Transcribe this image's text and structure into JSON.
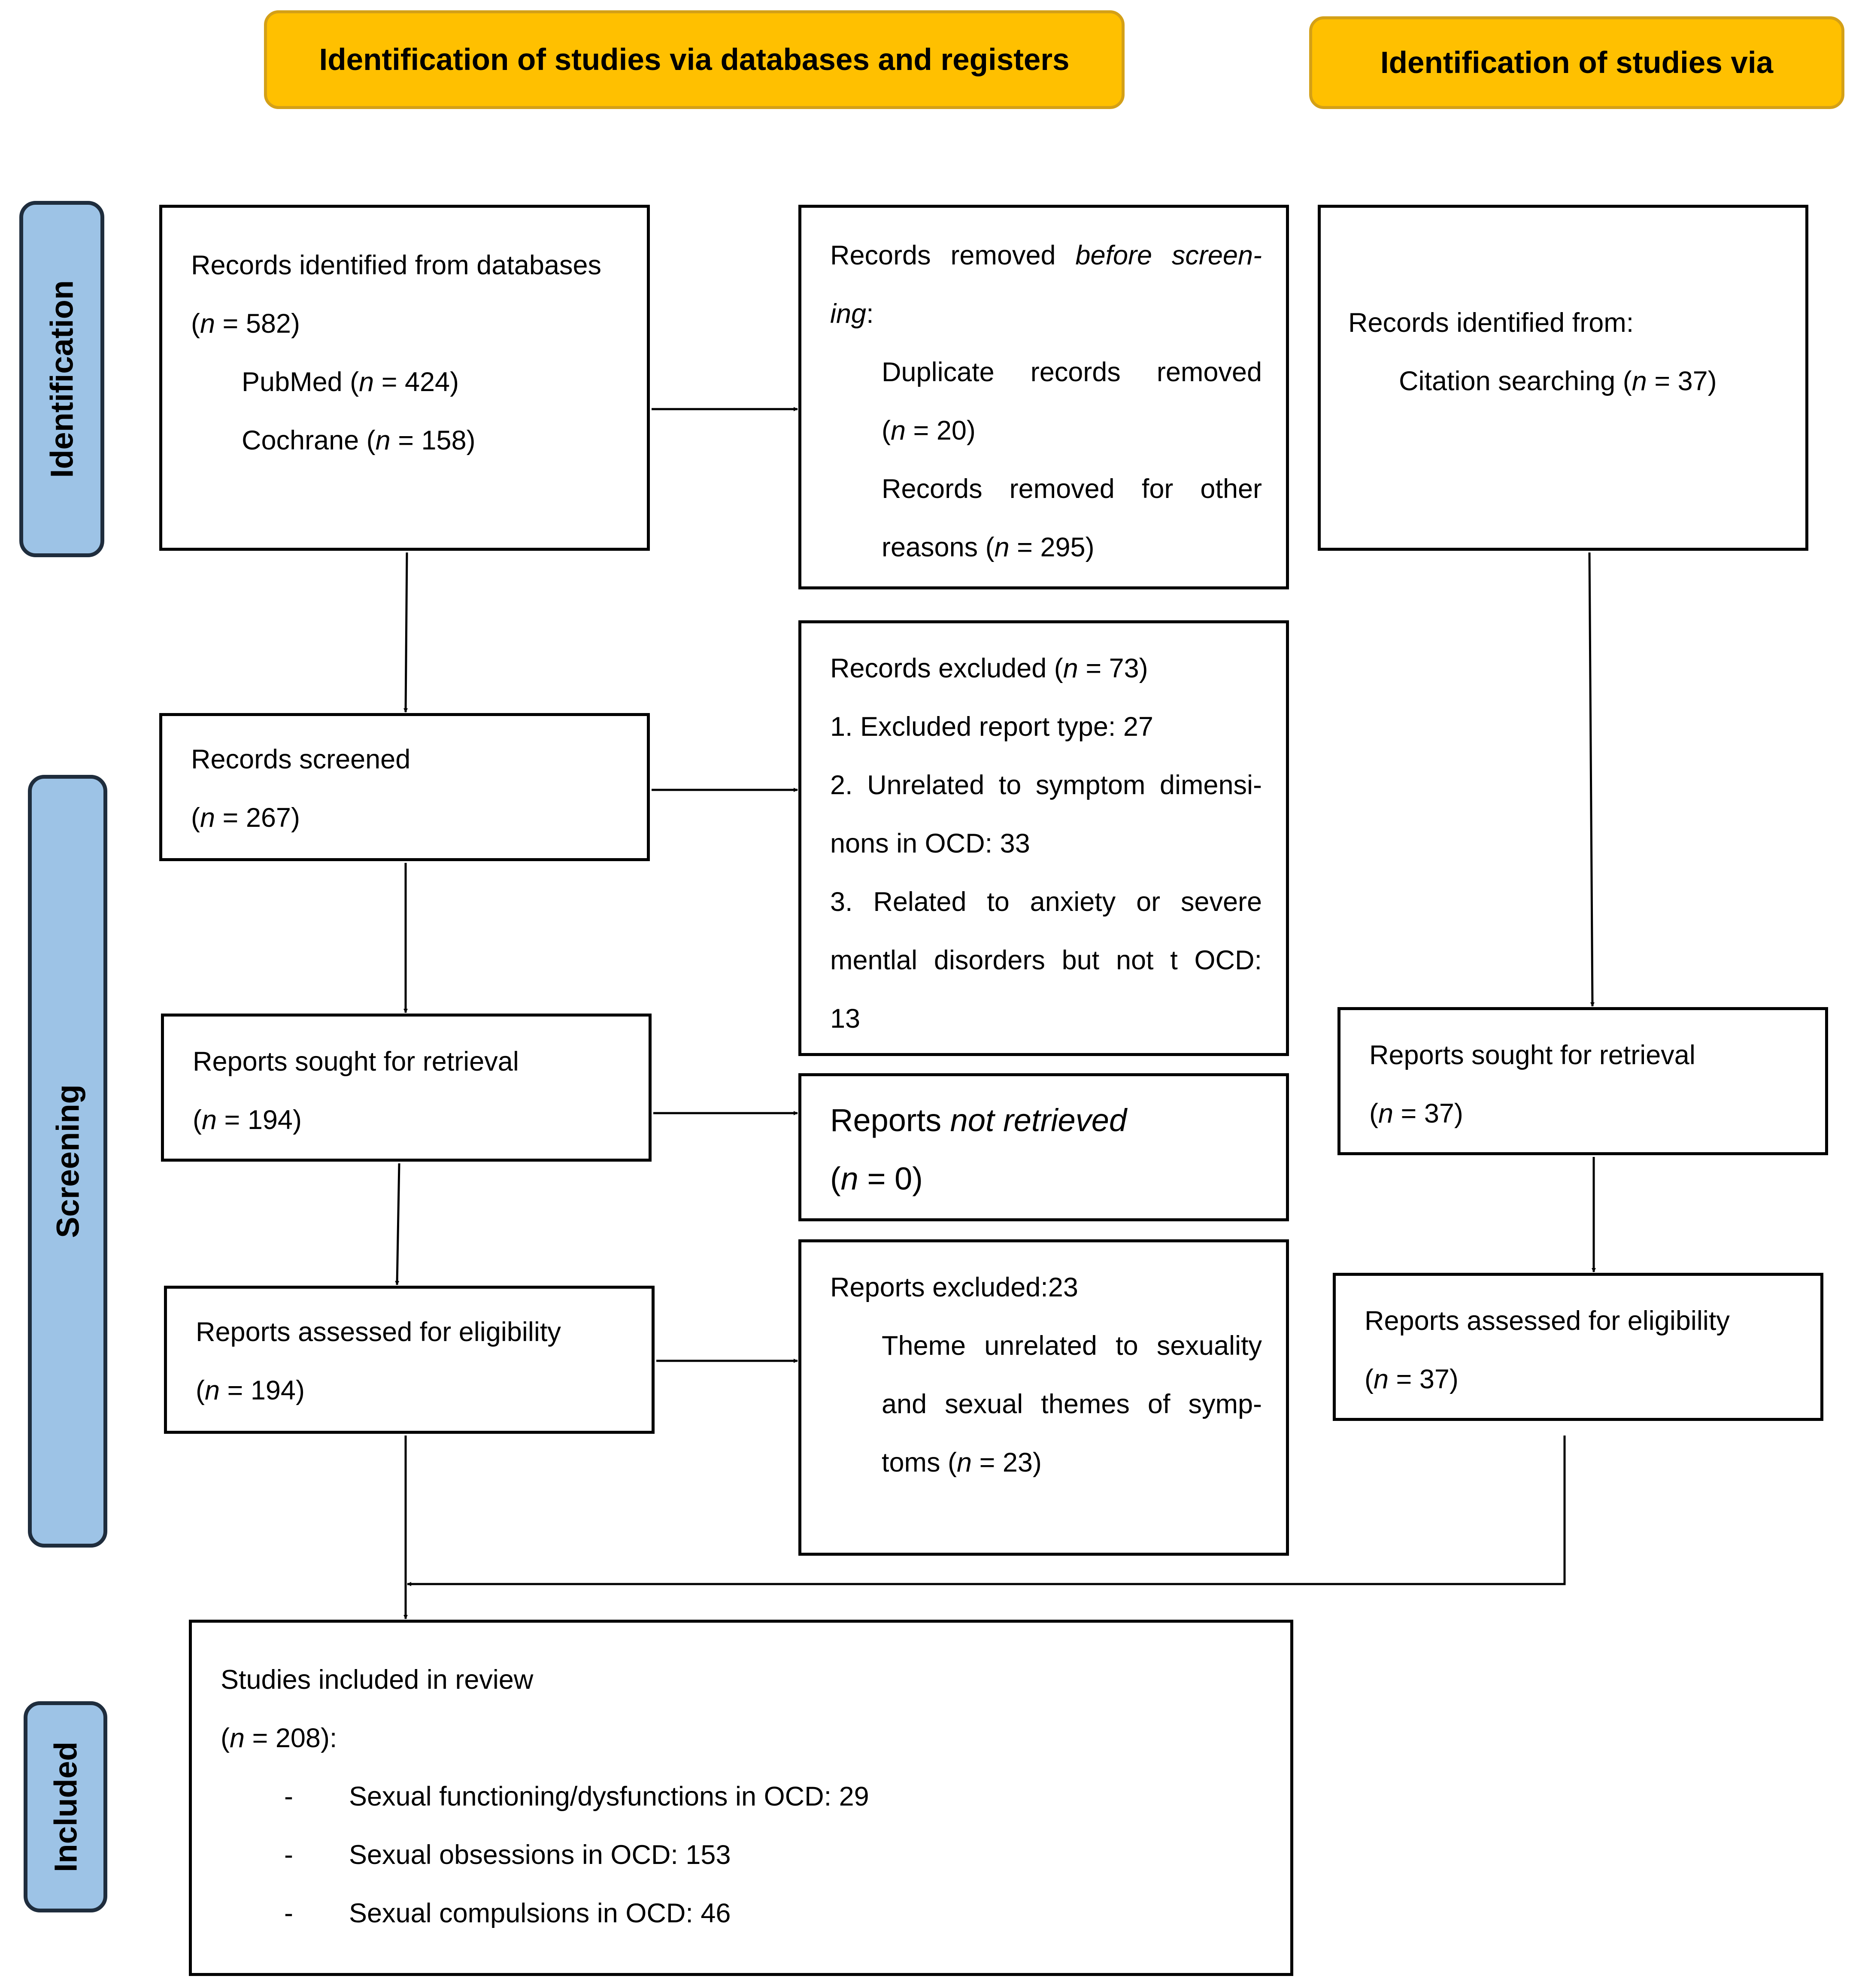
{
  "headers": {
    "databases": "Identification of studies via databases and registers",
    "other": "Identification of studies via"
  },
  "stages": {
    "identification": "Identification",
    "screening": "Screening",
    "included": "Included"
  },
  "identified": {
    "title": "Records identified from databases",
    "n_prefix": "(",
    "n_var": "n",
    "n_value": " = 582)",
    "pubmed_label": "PubMed (",
    "pubmed_value": " = 424)",
    "cochrane_label": "Cochrane (",
    "cochrane_value": " = 158)"
  },
  "removed": {
    "line1_start": "Records removed ",
    "line1_italic": "before screen-",
    "line2_italic": "ing",
    "line2_end": ":",
    "duplicate_line1": "Duplicate records removed",
    "duplicate_value": " = 20)",
    "other_line1": "Records removed for other",
    "other_label": "reasons (",
    "other_value": " = 295)"
  },
  "citation": {
    "title": "Records identified from:",
    "label": "Citation searching (",
    "value": " = 37)"
  },
  "screened": {
    "title": "Records screened",
    "value": " = 267)"
  },
  "excluded": {
    "title": "Records excluded (",
    "value": " = 73)",
    "reason1": "1. Excluded report type: 27",
    "reason2_line1": "2. Unrelated to symptom dimensi-",
    "reason2_line2": "nons in OCD: 33",
    "reason3_line1": "3. Related to anxiety or severe",
    "reason3_line2": "mentlal disorders but not t OCD:",
    "reason3_line3": "13"
  },
  "sought": {
    "title": "Reports sought for retrieval",
    "value": " = 194)"
  },
  "not_retrieved": {
    "title_start": "Reports ",
    "title_italic": "not retrieved",
    "value": " = 0)"
  },
  "assessed": {
    "title": "Reports assessed for eligibility",
    "value": " = 194)"
  },
  "reports_excluded": {
    "title": "Reports excluded:23",
    "line1": "Theme unrelated to sexuality",
    "line2": "and sexual themes of symp-",
    "line3_label": "toms (",
    "line3_value": " = 23)"
  },
  "sought_other": {
    "title": "Reports sought for retrieval",
    "value": " = 37)"
  },
  "assessed_other": {
    "title": "Reports assessed for eligibility",
    "value": " = 37)"
  },
  "included": {
    "title": "Studies included in review",
    "value": " = 208):",
    "bullet": "-",
    "item1": "Sexual functioning/dysfunctions in OCD: 29",
    "item2": "Sexual obsessions in OCD: 153",
    "item3": "Sexual compulsions in OCD: 46"
  },
  "colors": {
    "header_fill": "#FFC000",
    "stage_fill": "#9DC3E6",
    "line": "#000000"
  }
}
